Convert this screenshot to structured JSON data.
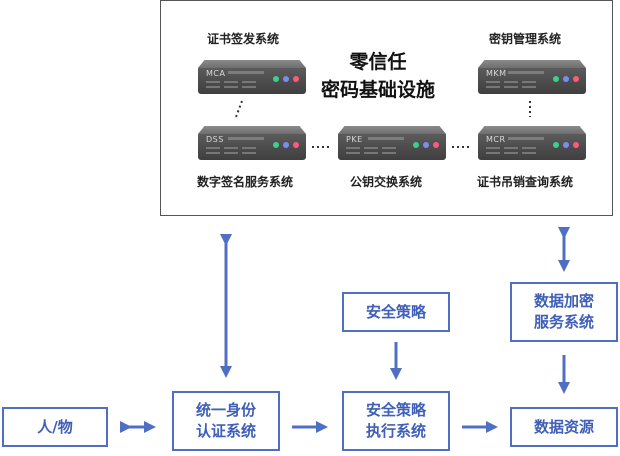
{
  "title_lines": [
    "零信任",
    "密码基础设施"
  ],
  "servers": [
    {
      "code": "MCA",
      "label": "证书签发系统"
    },
    {
      "code": "MKM",
      "label": "密钥管理系统"
    },
    {
      "code": "DSS",
      "label": "数字签名服务系统"
    },
    {
      "code": "PKE",
      "label": "公钥交换系统"
    },
    {
      "code": "MCR",
      "label": "证书吊销查询系统"
    }
  ],
  "boxes": {
    "person": "人/物",
    "auth_line1": "统一身份",
    "auth_line2": "认证系统",
    "policy": "安全策略",
    "exec_line1": "安全策略",
    "exec_line2": "执行系统",
    "encrypt_line1": "数据加密",
    "encrypt_line2": "服务系统",
    "resource": "数据资源"
  },
  "colors": {
    "accent": "#4f6fc4",
    "server": "#4a4a4a",
    "led_green": "#3ccf8e",
    "led_blue": "#7b8cf0",
    "led_red": "#ff5a7a"
  }
}
